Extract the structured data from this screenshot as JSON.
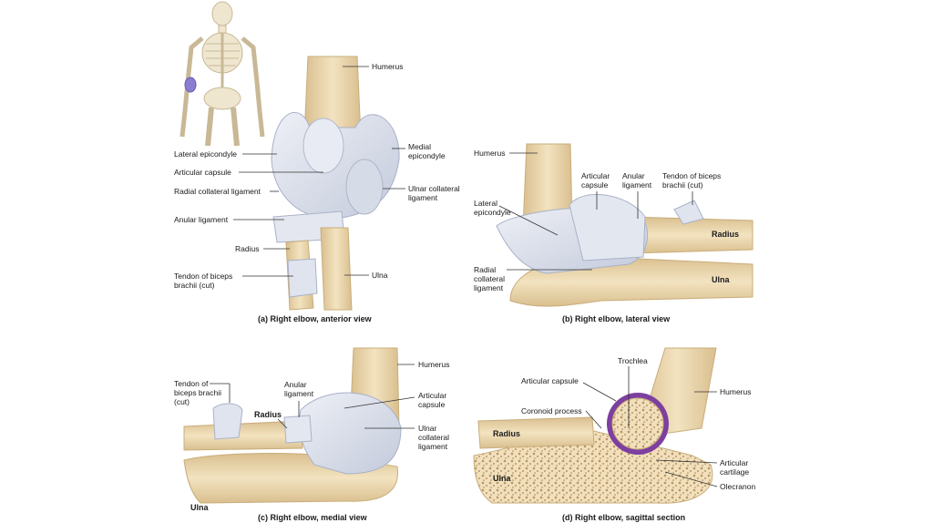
{
  "panels": {
    "a": {
      "caption": "(a) Right elbow, anterior view",
      "labels": {
        "humerus": "Humerus",
        "lateral_epicondyle": "Lateral epicondyle",
        "medial_epicondyle": "Medial\nepicondyle",
        "articular_capsule": "Articular capsule",
        "radial_collateral": "Radial collateral ligament",
        "ulnar_collateral": "Ulnar collateral\nligament",
        "anular_ligament": "Anular ligament",
        "radius": "Radius",
        "tendon_biceps": "Tendon of biceps\nbrachii (cut)",
        "ulna": "Ulna"
      }
    },
    "b": {
      "caption": "(b) Right elbow, lateral view",
      "labels": {
        "humerus": "Humerus",
        "articular_capsule": "Articular\ncapsule",
        "anular_ligament": "Anular\nligament",
        "tendon_biceps": "Tendon of biceps\nbrachii (cut)",
        "lateral_epicondyle": "Lateral\nepicondyle",
        "radius": "Radius",
        "radial_collateral": "Radial\ncollateral\nligament",
        "ulna": "Ulna"
      }
    },
    "c": {
      "caption": "(c) Right elbow, medial view",
      "labels": {
        "tendon_biceps": "Tendon of\nbiceps brachii\n(cut)",
        "anular_ligament": "Anular\nligament",
        "humerus": "Humerus",
        "radius": "Radius",
        "articular_capsule": "Articular\ncapsule",
        "ulnar_collateral": "Ulnar\ncollateral\nligament",
        "ulna": "Ulna"
      }
    },
    "d": {
      "caption": "(d) Right elbow, sagittal section",
      "labels": {
        "trochlea": "Trochlea",
        "articular_capsule": "Articular capsule",
        "humerus": "Humerus",
        "coronoid_process": "Coronoid process",
        "radius": "Radius",
        "articular_cartilage": "Articular\ncartilage",
        "ulna": "Ulna",
        "olecranon": "Olecranon"
      }
    }
  },
  "colors": {
    "bone": "#efdcb4",
    "bone_shade": "#d8bd8c",
    "ligament": "#dfe3ee",
    "ligament_shade": "#b8c0d4",
    "cartilage": "#7d3fa0",
    "marrow": "#c9a878",
    "leader": "#333333"
  }
}
